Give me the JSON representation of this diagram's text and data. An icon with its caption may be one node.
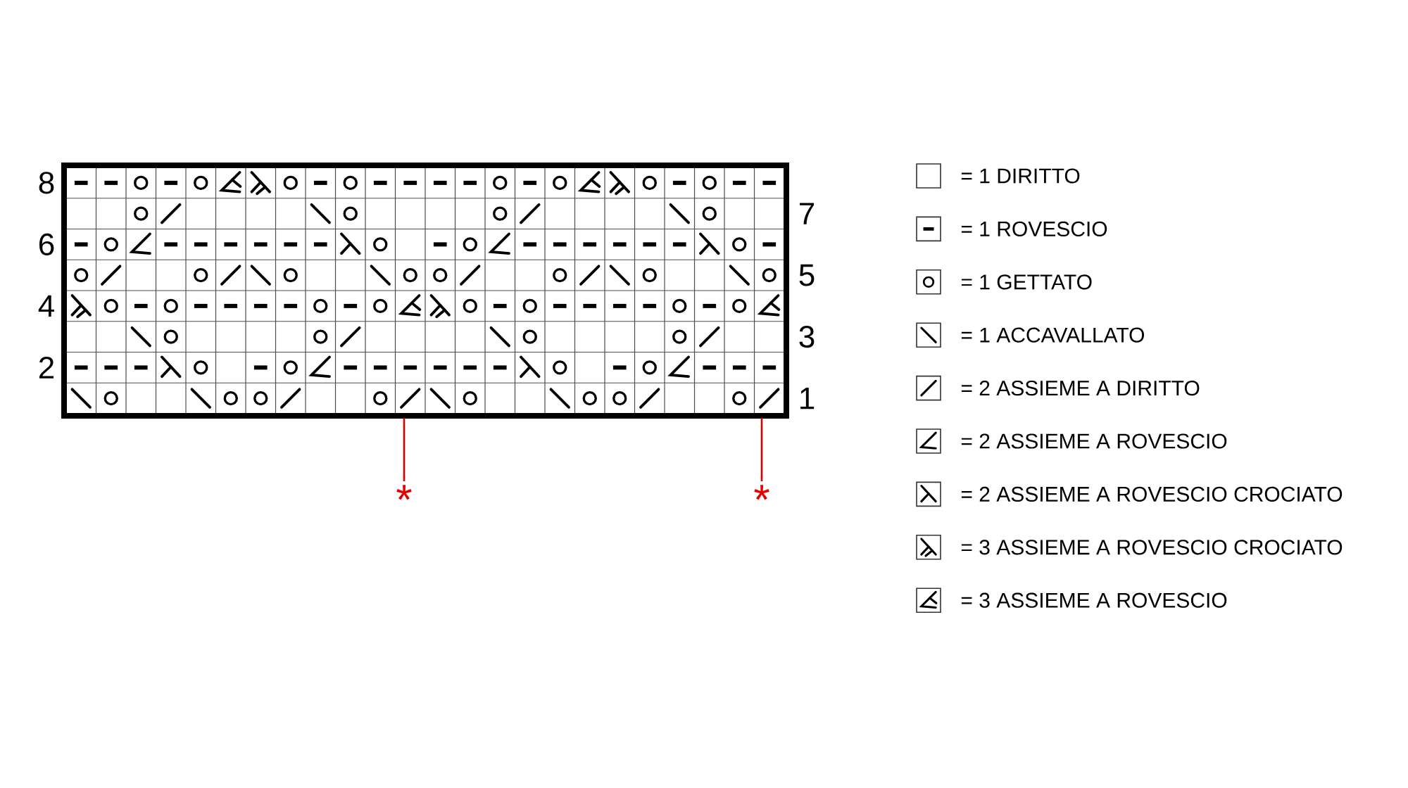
{
  "diagram": {
    "labels": [
      "8",
      "7",
      "6",
      "5",
      "4",
      "3",
      "2",
      "1",
      "*",
      "*"
    ],
    "legend": [
      {
        "text": "= 1 DIRITTO"
      },
      {
        "text": "= 1 ROVESCIO"
      },
      {
        "text": "= 1 GETTATO"
      },
      {
        "text": "= 1 ACCAVALLATO"
      },
      {
        "text": "= 2 ASSIEME A DIRITTO"
      },
      {
        "text": "= 2 ASSIEME A ROVESCIO"
      },
      {
        "text": "= 2 ASSIEME A ROVESCIO CROCIATO"
      },
      {
        "text": "= 3 ASSIEME A ROVESCIO CROCIATO"
      },
      {
        "text": "= 3 ASSIEME A ROVESCIO"
      }
    ]
  }
}
